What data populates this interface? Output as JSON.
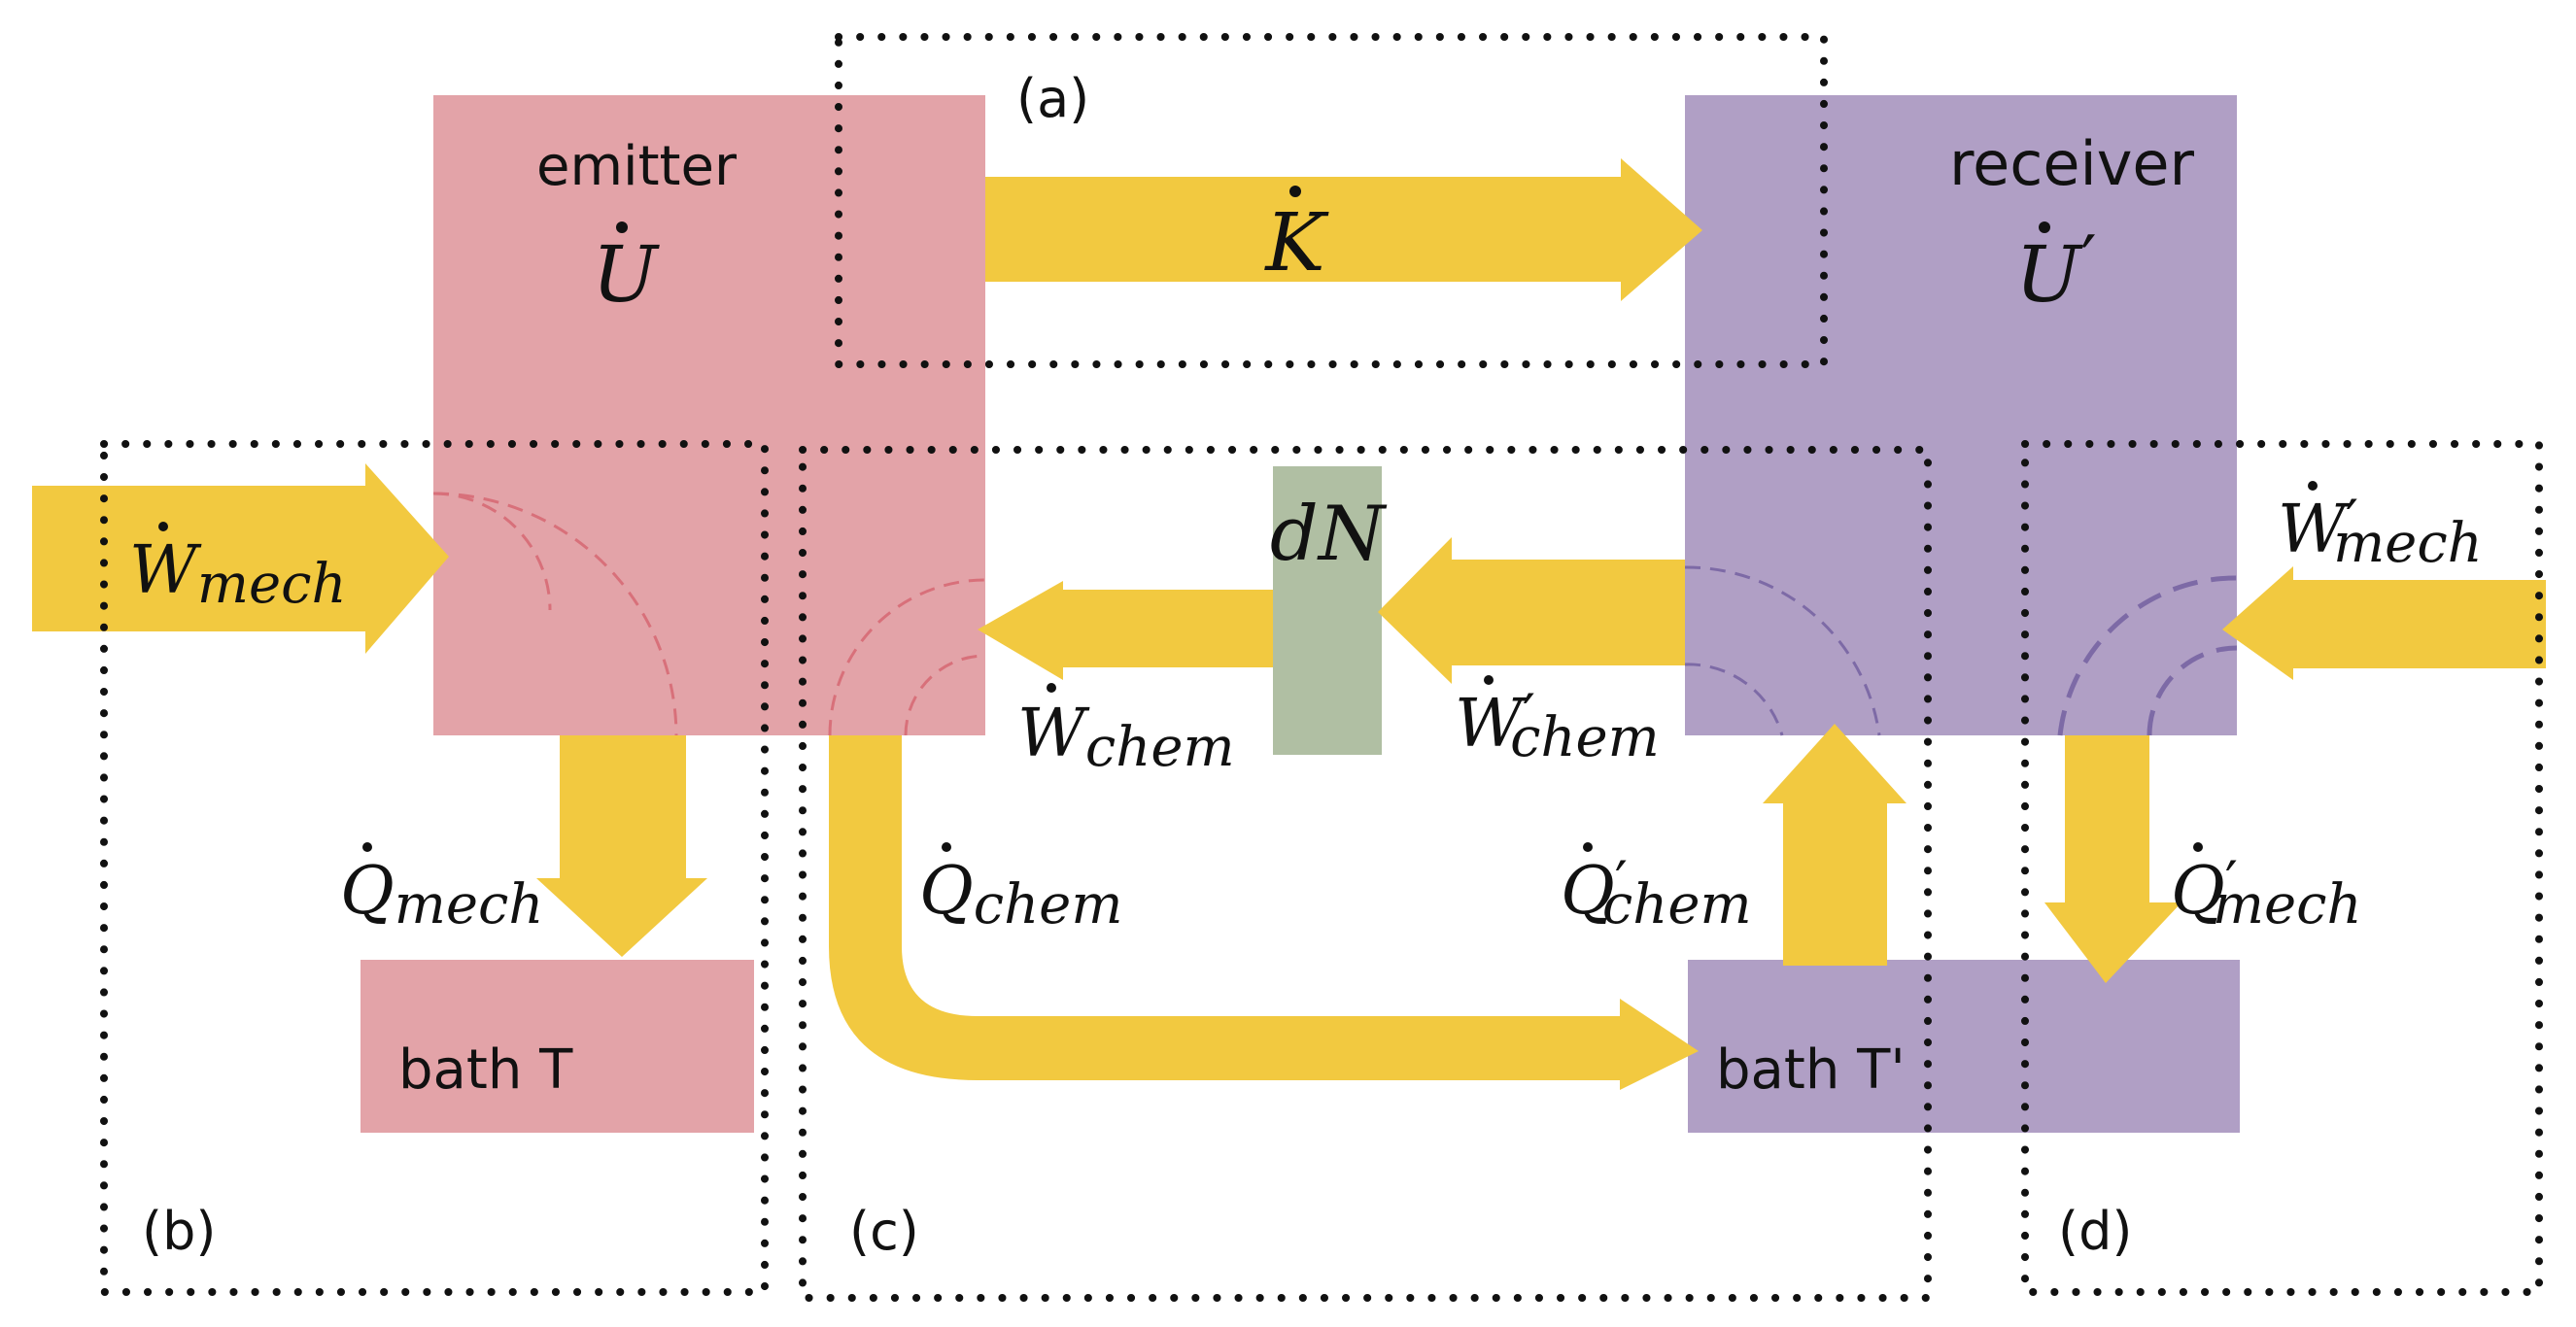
{
  "blocks": {
    "emitter": {
      "name": "emitter",
      "symbol_base": "U",
      "symbol_prime": ""
    },
    "receiver": {
      "name": "receiver",
      "symbol_base": "U",
      "symbol_prime": "′"
    },
    "bath_t": {
      "label": "bath T"
    },
    "bath_t_prime": {
      "label": "bath T'"
    },
    "dn": {
      "label": "dN"
    }
  },
  "flows": {
    "k": {
      "base": "K",
      "sub": "",
      "prime": ""
    },
    "w_mech": {
      "base": "W",
      "sub": "mech",
      "prime": ""
    },
    "w_mech_prime": {
      "base": "W",
      "sub": "mech",
      "prime": "′"
    },
    "w_chem": {
      "base": "W",
      "sub": "chem",
      "prime": ""
    },
    "w_chem_prime": {
      "base": "W",
      "sub": "chem",
      "prime": "′"
    },
    "q_mech": {
      "base": "Q",
      "sub": "mech",
      "prime": ""
    },
    "q_chem": {
      "base": "Q",
      "sub": "chem",
      "prime": ""
    },
    "q_chem_prime": {
      "base": "Q",
      "sub": "chem",
      "prime": "′"
    },
    "q_mech_prime": {
      "base": "Q",
      "sub": "mech",
      "prime": "′"
    }
  },
  "regions": {
    "a": "(a)",
    "b": "(b)",
    "c": "(c)",
    "d": "(d)"
  },
  "colors": {
    "emitter": "#e3a3a8",
    "receiver": "#b09fc5",
    "flow": "#f2c940",
    "dn": "#b0bfa3",
    "emitter_arc": "#d8707a",
    "receiver_arc": "#7d6aa6",
    "text": "#111111"
  }
}
